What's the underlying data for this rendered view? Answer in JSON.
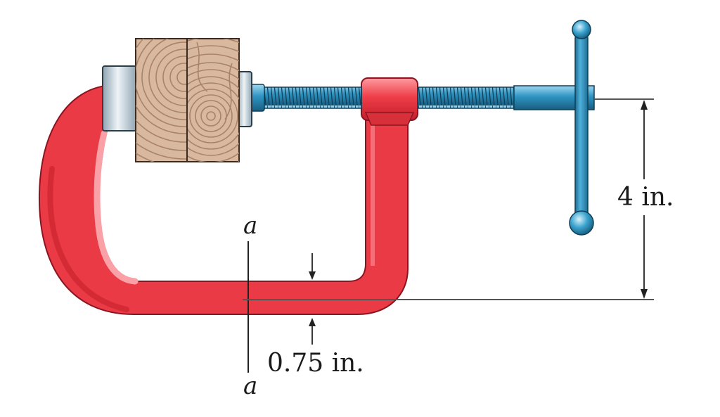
{
  "dimensions": {
    "height_label": "4 in.",
    "thickness_label": "0.75 in."
  },
  "section": {
    "top_label": "a",
    "bottom_label": "a"
  },
  "colors": {
    "frame": "#ea3a45",
    "frame_dark": "#c41f2c",
    "frame_light": "#f77079",
    "steel": "#2e94c2",
    "steel_light": "#8fd0ec",
    "steel_dark": "#1a5d80",
    "pad": "#b8c9d3",
    "wood": "#d9b8a0",
    "wood_ring": "#a9826a",
    "dim_line": "#555555"
  }
}
